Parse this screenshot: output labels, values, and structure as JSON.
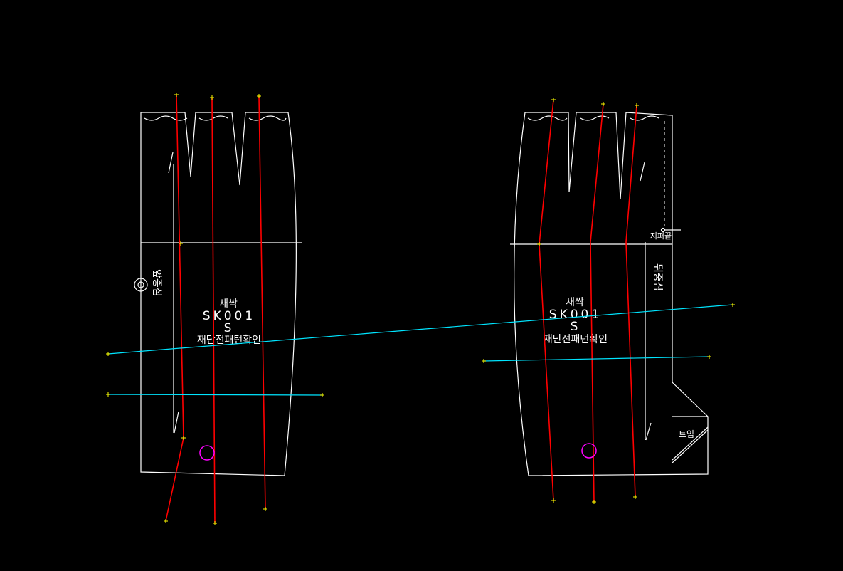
{
  "colors": {
    "background": "#000000",
    "outline": "#ffffff",
    "grainline": "#ff0000",
    "guide": "#00e5ff",
    "marker": "#ff00ff",
    "point": "#ffff00"
  },
  "front_piece": {
    "center_label": "앞중심",
    "name": "새싹",
    "code": "SK001",
    "size": "S",
    "note": "재단전패턴확인"
  },
  "back_piece": {
    "zipper_label": "지퍼끝",
    "center_label": "뒤중심",
    "name": "새싹",
    "code": "SK001",
    "size": "S",
    "note": "재단전패턴확인",
    "vent_label": "트임"
  }
}
